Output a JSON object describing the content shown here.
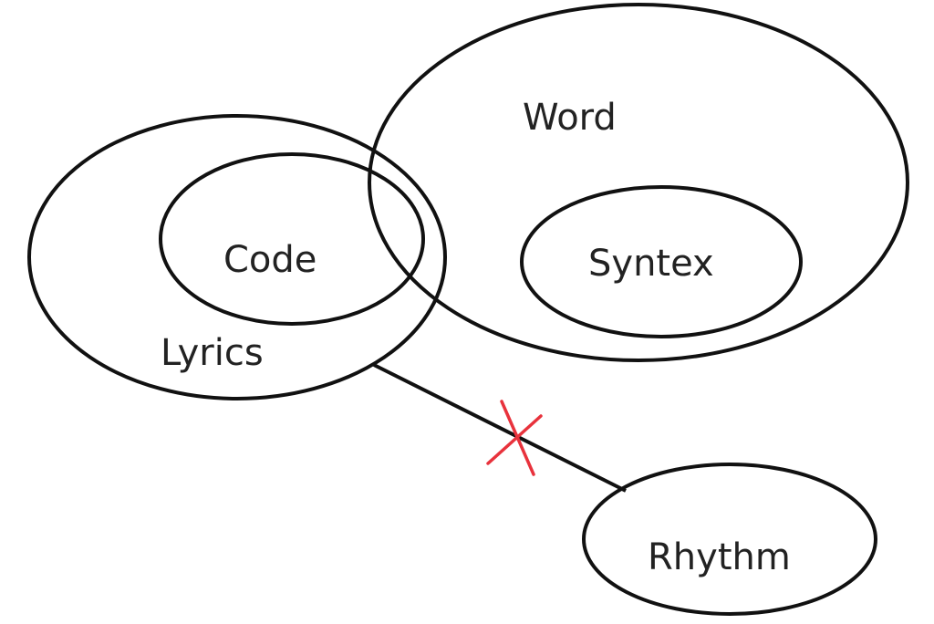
{
  "diagram": {
    "nodes": [
      {
        "id": "word",
        "label": "Word"
      },
      {
        "id": "syntex",
        "label": "Syntex"
      },
      {
        "id": "lyrics",
        "label": "Lyrics"
      },
      {
        "id": "code",
        "label": "Code"
      },
      {
        "id": "rhythm",
        "label": "Rhythm"
      }
    ],
    "relations": [
      {
        "from": "lyrics",
        "to": "rhythm",
        "type": "crossed-out"
      }
    ],
    "colors": {
      "stroke": "#111111",
      "text": "#222222",
      "cross": "#e8323c",
      "background": "#ffffff"
    }
  }
}
